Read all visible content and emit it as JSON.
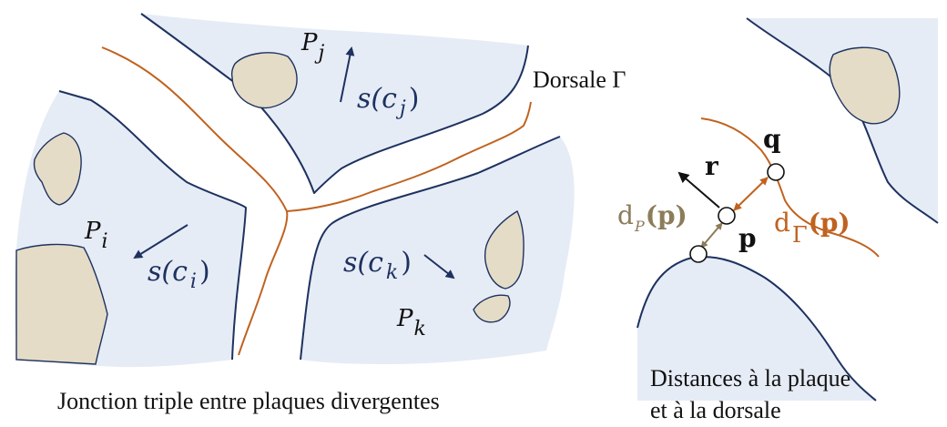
{
  "labels": {
    "plate_i": "P",
    "plate_i_sub": "i",
    "plate_j": "P",
    "plate_j_sub": "j",
    "plate_k": "P",
    "plate_k_sub": "k",
    "vec_i": "s(c",
    "vec_i_sub": "i",
    "vec_j": "s(c",
    "vec_j_sub": "j",
    "vec_k": "s(c",
    "vec_k_sub": "k",
    "close_paren": ")",
    "ridge": "Dorsale Γ",
    "q": "q",
    "r": "r",
    "p": "p",
    "d_plate": "d",
    "d_plate_sub": "P",
    "d_plate_arg": "(p)",
    "d_ridge": "d",
    "d_ridge_sub": "Γ",
    "d_ridge_arg": "(p)"
  },
  "captions": {
    "left": "Jonction triple entre plaques divergentes",
    "right_line1": "Distances à la plaque",
    "right_line2": "et à la dorsale"
  },
  "colors": {
    "plate_fill": "#e6ecf6",
    "plate_edge": "#1e3260",
    "continent": "#e4dcc6",
    "ridge": "#c0621f",
    "plate_distance": "#8c7c5a"
  }
}
